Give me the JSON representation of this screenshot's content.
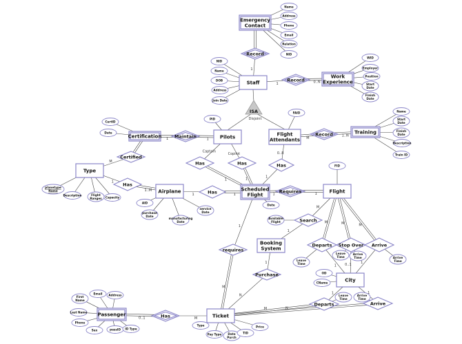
{
  "diagram": {
    "entities": [
      {
        "id": "ec",
        "label": "Emergency Contact",
        "weak": true
      },
      {
        "id": "staff",
        "label": "Staff",
        "weak": false
      },
      {
        "id": "we",
        "label": "Work Experience",
        "weak": true
      },
      {
        "id": "pilots",
        "label": "Pilots",
        "weak": false
      },
      {
        "id": "fa",
        "label": "Flight Attendants",
        "weak": false
      },
      {
        "id": "training",
        "label": "Training",
        "weak": true
      },
      {
        "id": "cert",
        "label": "Certification",
        "weak": true
      },
      {
        "id": "type",
        "label": "Type",
        "weak": false
      },
      {
        "id": "airplane",
        "label": "Airplane",
        "weak": false
      },
      {
        "id": "sf",
        "label": "Scheduled Flight",
        "weak": true
      },
      {
        "id": "flight",
        "label": "Flight",
        "weak": false
      },
      {
        "id": "booking",
        "label": "Booking System",
        "weak": false
      },
      {
        "id": "city",
        "label": "City",
        "weak": false
      },
      {
        "id": "passenger",
        "label": "Passenger",
        "weak": true
      },
      {
        "id": "ticket",
        "label": "Ticket",
        "weak": false
      }
    ],
    "relationships": [
      {
        "id": "r_ec",
        "label": "Record",
        "weak": true
      },
      {
        "id": "r_we",
        "label": "Record",
        "weak": true
      },
      {
        "id": "r_tr",
        "label": "Record",
        "weak": true
      },
      {
        "id": "r_maint",
        "label": "Maintain",
        "weak": true
      },
      {
        "id": "r_cert",
        "label": "Certified",
        "weak": false
      },
      {
        "id": "r_typeair",
        "label": "Has",
        "weak": false
      },
      {
        "id": "r_cap",
        "label": "Has",
        "weak": false
      },
      {
        "id": "r_cop",
        "label": "Has",
        "weak": false
      },
      {
        "id": "r_fasf",
        "label": "Has",
        "weak": false
      },
      {
        "id": "r_airsf",
        "label": "Has",
        "weak": false
      },
      {
        "id": "r_req",
        "label": "Requires",
        "weak": true
      },
      {
        "id": "r_search",
        "label": "Search",
        "weak": false
      },
      {
        "id": "r_requires",
        "label": "requires",
        "weak": false
      },
      {
        "id": "r_purchase",
        "label": "Purchase",
        "weak": false
      },
      {
        "id": "r_dep1",
        "label": "Departs",
        "weak": false
      },
      {
        "id": "r_stop",
        "label": "Stop Over",
        "weak": false
      },
      {
        "id": "r_arr1",
        "label": "Arrive",
        "weak": false
      },
      {
        "id": "r_dep2",
        "label": "Departs",
        "weak": false
      },
      {
        "id": "r_arr2",
        "label": "Arrive",
        "weak": false
      },
      {
        "id": "r_pt",
        "label": "Has",
        "weak": true
      }
    ],
    "isa": {
      "label": "ISA",
      "constraint": "Disjoint"
    },
    "attributes": [
      {
        "id": "a1",
        "of": "ec",
        "label": "Name"
      },
      {
        "id": "a2",
        "of": "ec",
        "label": "Address"
      },
      {
        "id": "a3",
        "of": "ec",
        "label": "Phone"
      },
      {
        "id": "a4",
        "of": "ec",
        "label": "Email"
      },
      {
        "id": "a5",
        "of": "ec",
        "label": "Relation"
      },
      {
        "id": "a6",
        "of": "ec",
        "label": "NID"
      },
      {
        "id": "a7",
        "of": "staff",
        "label": "NID"
      },
      {
        "id": "a8",
        "of": "staff",
        "label": "Name"
      },
      {
        "id": "a9",
        "of": "staff",
        "label": "DOB"
      },
      {
        "id": "a10",
        "of": "staff",
        "label": "Address"
      },
      {
        "id": "a11",
        "of": "staff",
        "label": "Join Date"
      },
      {
        "id": "a12",
        "of": "we",
        "label": "WID"
      },
      {
        "id": "a13",
        "of": "we",
        "label": "Employer"
      },
      {
        "id": "a14",
        "of": "we",
        "label": "Position"
      },
      {
        "id": "a15",
        "of": "we",
        "label": "Start Date"
      },
      {
        "id": "a16",
        "of": "we",
        "label": "Finish Date"
      },
      {
        "id": "a17",
        "of": "training",
        "label": "Name"
      },
      {
        "id": "a18",
        "of": "training",
        "label": "Start Date"
      },
      {
        "id": "a19",
        "of": "training",
        "label": "Finish Date"
      },
      {
        "id": "a20",
        "of": "training",
        "label": "Description"
      },
      {
        "id": "a21",
        "of": "training",
        "label": "Train ID"
      },
      {
        "id": "a22",
        "of": "fa",
        "label": "FAID"
      },
      {
        "id": "a23",
        "of": "pilots",
        "label": "PID"
      },
      {
        "id": "a24",
        "of": "cert",
        "label": "CertID"
      },
      {
        "id": "a25",
        "of": "cert",
        "label": "Date"
      },
      {
        "id": "a26",
        "of": "type",
        "label": "planetype Name",
        "key": true
      },
      {
        "id": "a27",
        "of": "type",
        "label": "Description"
      },
      {
        "id": "a28",
        "of": "type",
        "label": "Flight Ranges"
      },
      {
        "id": "a29",
        "of": "type",
        "label": "Capacity"
      },
      {
        "id": "a30",
        "of": "airplane",
        "label": "AID"
      },
      {
        "id": "a31",
        "of": "airplane",
        "label": "purchase Date"
      },
      {
        "id": "a32",
        "of": "airplane",
        "label": "manufacturing Date"
      },
      {
        "id": "a33",
        "of": "airplane",
        "label": "service Date"
      },
      {
        "id": "a34",
        "of": "sf",
        "label": "Date"
      },
      {
        "id": "a35",
        "of": "flight",
        "label": "FID"
      },
      {
        "id": "a36",
        "of": "r_search",
        "label": "Available Flight"
      },
      {
        "id": "a37",
        "of": "r_dep1",
        "label": "Leave Time"
      },
      {
        "id": "a38",
        "of": "r_stop",
        "label": "Leave Time"
      },
      {
        "id": "a39",
        "of": "r_stop",
        "label": "Arrive Time"
      },
      {
        "id": "a40",
        "of": "r_arr1",
        "label": "Arrive Time"
      },
      {
        "id": "a41",
        "of": "city",
        "label": "OD"
      },
      {
        "id": "a42",
        "of": "city",
        "label": "CName"
      },
      {
        "id": "a43",
        "of": "r_dep2",
        "label": "Leave Time"
      },
      {
        "id": "a44",
        "of": "r_arr2",
        "label": "Arrive Time"
      },
      {
        "id": "a45",
        "of": "passenger",
        "label": "First Name"
      },
      {
        "id": "a46",
        "of": "passenger",
        "label": "Email"
      },
      {
        "id": "a47",
        "of": "passenger",
        "label": "Address"
      },
      {
        "id": "a48",
        "of": "passenger",
        "label": "Last Name"
      },
      {
        "id": "a49",
        "of": "passenger",
        "label": "Phone"
      },
      {
        "id": "a50",
        "of": "passenger",
        "label": "Sex"
      },
      {
        "id": "a51",
        "of": "passenger",
        "label": "passID"
      },
      {
        "id": "a52",
        "of": "passenger",
        "label": "ID Type"
      },
      {
        "id": "a53",
        "of": "ticket",
        "label": "Type"
      },
      {
        "id": "a54",
        "of": "ticket",
        "label": "Pay Type"
      },
      {
        "id": "a55",
        "of": "ticket",
        "label": "Date Purch"
      },
      {
        "id": "a56",
        "of": "ticket",
        "label": "TID"
      },
      {
        "id": "a57",
        "of": "ticket",
        "label": "Price"
      }
    ],
    "links": [
      {
        "from": "ec",
        "to": "r_ec",
        "card": "",
        "double": true
      },
      {
        "from": "r_ec",
        "to": "staff",
        "card": "1",
        "double": false
      },
      {
        "from": "staff",
        "to": "r_we",
        "card": "1",
        "double": false
      },
      {
        "from": "r_we",
        "to": "we",
        "card": "0..N",
        "double": true
      },
      {
        "from": "fa",
        "to": "r_tr",
        "card": "M",
        "double": true
      },
      {
        "from": "r_tr",
        "to": "training",
        "card": "1..N",
        "double": true
      },
      {
        "from": "cert",
        "to": "r_maint",
        "card": "1",
        "double": true
      },
      {
        "from": "r_maint",
        "to": "pilots",
        "card": "1",
        "double": true
      },
      {
        "from": "cert",
        "to": "r_cert",
        "card": "",
        "double": true
      },
      {
        "from": "r_cert",
        "to": "type",
        "card": "M",
        "double": false
      },
      {
        "from": "type",
        "to": "r_typeair",
        "card": "1",
        "double": false
      },
      {
        "from": "r_typeair",
        "to": "airplane",
        "card": "1..M",
        "double": true
      },
      {
        "from": "pilots",
        "to": "r_cap",
        "card": "Captain",
        "double": false
      },
      {
        "from": "r_cap",
        "to": "sf",
        "card": "1",
        "double": true
      },
      {
        "from": "pilots",
        "to": "r_cop",
        "card": "Copilot",
        "double": false
      },
      {
        "from": "r_cop",
        "to": "sf",
        "card": "1",
        "double": true
      },
      {
        "from": "fa",
        "to": "r_fasf",
        "card": "0..8",
        "double": false
      },
      {
        "from": "r_fasf",
        "to": "sf",
        "card": "1",
        "double": false
      },
      {
        "from": "airplane",
        "to": "r_airsf",
        "card": "1",
        "double": false
      },
      {
        "from": "r_airsf",
        "to": "sf",
        "card": "1",
        "double": true
      },
      {
        "from": "sf",
        "to": "r_req",
        "card": "1",
        "double": true
      },
      {
        "from": "r_req",
        "to": "flight",
        "card": "1",
        "double": true
      },
      {
        "from": "flight",
        "to": "r_search",
        "card": "M",
        "double": false
      },
      {
        "from": "r_search",
        "to": "booking",
        "card": "1",
        "double": false
      },
      {
        "from": "flight",
        "to": "r_dep1",
        "card": "M",
        "double": true
      },
      {
        "from": "flight",
        "to": "r_stop",
        "card": "M",
        "double": true
      },
      {
        "from": "flight",
        "to": "r_arr1",
        "card": "M",
        "double": true
      },
      {
        "from": "r_dep1",
        "to": "city",
        "card": "1",
        "double": false
      },
      {
        "from": "r_stop",
        "to": "city",
        "card": "0..1",
        "double": false
      },
      {
        "from": "r_arr1",
        "to": "city",
        "card": "1",
        "double": false
      },
      {
        "from": "sf",
        "to": "r_requires",
        "card": "1",
        "double": false
      },
      {
        "from": "r_requires",
        "to": "ticket",
        "card": "M",
        "double": true
      },
      {
        "from": "booking",
        "to": "r_purchase",
        "card": "1",
        "double": false
      },
      {
        "from": "r_purchase",
        "to": "ticket",
        "card": "N",
        "double": false
      },
      {
        "from": "city",
        "to": "r_dep2",
        "card": "1",
        "double": false
      },
      {
        "from": "city",
        "to": "r_arr2",
        "card": "1",
        "double": false
      },
      {
        "from": "r_dep2",
        "to": "ticket",
        "card": "M",
        "double": true
      },
      {
        "from": "r_arr2",
        "to": "ticket",
        "card": "N",
        "double": true
      },
      {
        "from": "passenger",
        "to": "r_pt",
        "card": "0..1",
        "double": true
      },
      {
        "from": "r_pt",
        "to": "ticket",
        "card": "M",
        "double": false
      }
    ]
  }
}
